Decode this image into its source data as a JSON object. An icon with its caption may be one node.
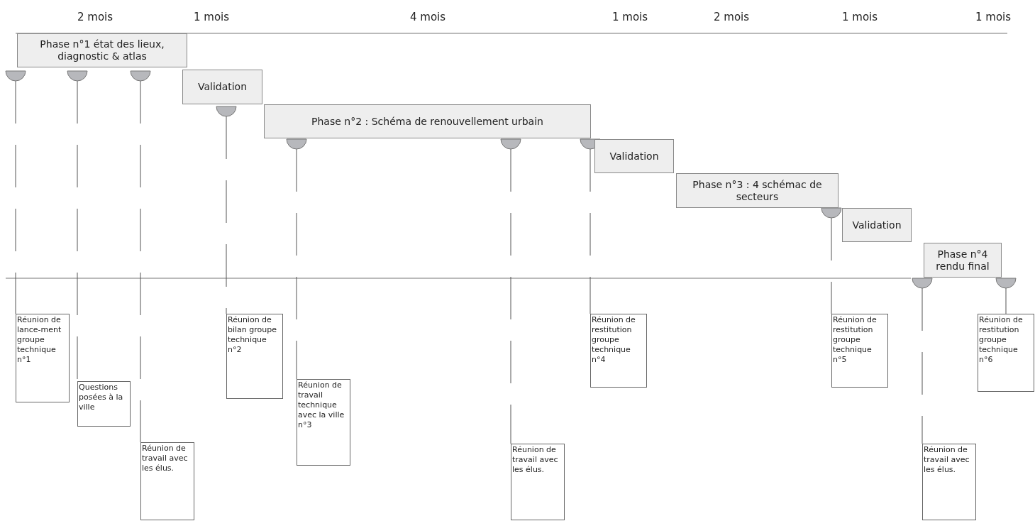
{
  "diagram": {
    "nodes": [
      {
        "text": [
          "Phase n°1 état des lieux, diagnostic & atlas"
        ]
      },
      {
        "text": [
          "Validation"
        ]
      },
      {
        "text": [
          "Phase n°2 : Schéma de renouvellement urbain"
        ]
      },
      {
        "text": [
          "Validation"
        ]
      },
      {
        "text": [
          "Phase n°3 : 4 schémac de secteurs"
        ]
      },
      {
        "text": [
          "Validation"
        ]
      },
      {
        "text": [
          "Phase n°4 rendu final"
        ]
      },
      {
        "text": [],
        "shape": "circle"
      },
      {
        "text": [],
        "shape": "circle"
      },
      {
        "text": [],
        "shape": "circle"
      },
      {
        "text": [],
        "shape": "circle"
      },
      {
        "text": [],
        "shape": "circle"
      },
      {
        "text": [],
        "shape": "circle"
      },
      {
        "text": [],
        "shape": "circle"
      },
      {
        "text": [],
        "shape": "circle"
      },
      {
        "text": [],
        "shape": "circle"
      },
      {
        "text": [],
        "shape": "circle"
      },
      {
        "text": [
          "Réunion de lance-ment groupe technique n°1"
        ]
      },
      {
        "text": [
          "Questions posées à la ville"
        ]
      },
      {
        "text": [
          "Réunion de travail avec les élus."
        ]
      },
      {
        "text": [
          "Réunion de bilan groupe technique n°2"
        ]
      },
      {
        "text": [
          "Réunion de travail technique avec la ville n°3"
        ]
      },
      {
        "text": [
          "Réunion de travail avec les élus."
        ]
      },
      {
        "text": [
          "Réunion de restitution groupe technique n°4"
        ]
      },
      {
        "text": [
          "Réunion de restitution groupe technique n°5"
        ]
      },
      {
        "text": [
          "Réunion de travail avec les élus."
        ]
      },
      {
        "text": [
          "Réunion de restitution groupe technique n°6"
        ]
      }
    ],
    "edges": [
      {
        "from": 7,
        "to": 17,
        "arrow": "none",
        "style": "dashed"
      },
      {
        "from": 8,
        "to": 18,
        "arrow": "none",
        "style": "dashed"
      },
      {
        "from": 9,
        "to": 19,
        "arrow": "none",
        "style": "dashed"
      },
      {
        "from": 10,
        "to": 20,
        "arrow": "none",
        "style": "dashed"
      },
      {
        "from": 11,
        "to": 21,
        "arrow": "none",
        "style": "dashed"
      },
      {
        "from": 12,
        "to": 22,
        "arrow": "none",
        "style": "dashed"
      },
      {
        "from": 13,
        "to": 23,
        "arrow": "none",
        "style": "dashed"
      },
      {
        "from": 14,
        "to": 24,
        "arrow": "none",
        "style": "dashed"
      },
      {
        "from": 15,
        "to": 25,
        "arrow": "none",
        "style": "dashed"
      },
      {
        "from": 16,
        "to": 26,
        "arrow": "none",
        "style": "dashed"
      }
    ],
    "labels": [
      "2 mois",
      "1 mois",
      "4 mois",
      "1 mois",
      "2 mois",
      "1 mois",
      "1 mois"
    ]
  }
}
